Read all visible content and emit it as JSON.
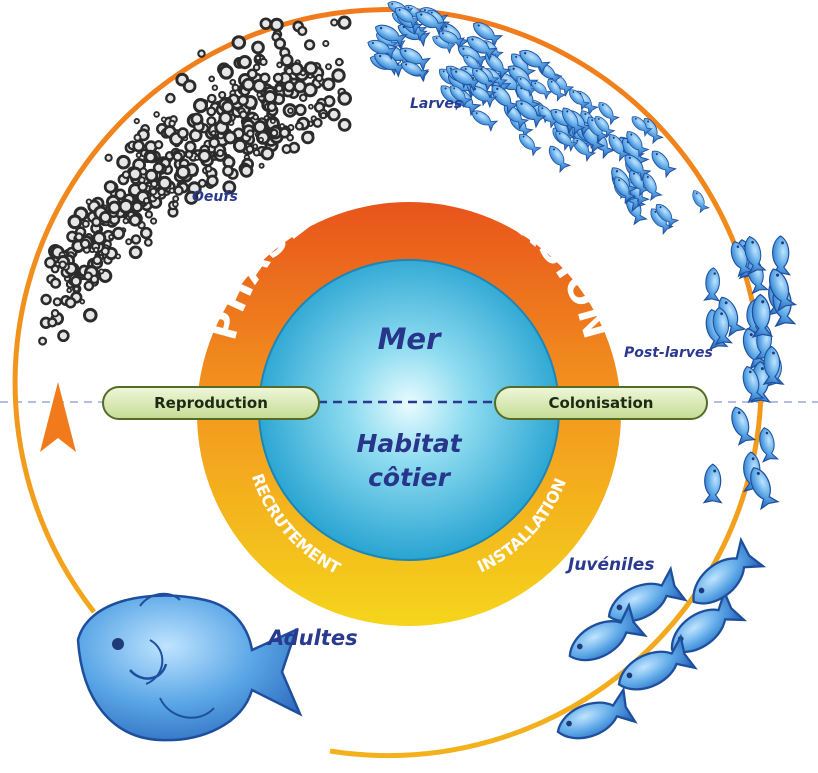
{
  "ring": {
    "phase": "PHASE DE DISPERSION",
    "left_arc": "RECRUTEMENT",
    "right_arc": "INSTALLATION"
  },
  "core": {
    "top": "Mer",
    "bottom_line1": "Habitat",
    "bottom_line2": "côtier"
  },
  "process": {
    "left": "Reproduction",
    "right": "Colonisation"
  },
  "stages": {
    "eggs": "Oeufs",
    "larvae": "Larves",
    "postlarvae": "Post-larves",
    "juveniles": "Juvéniles",
    "adults": "Adultes"
  },
  "colors": {
    "cycle_arrow": "#f08a1c",
    "ring_top": "#ef6a1e",
    "ring_bottom": "#f4c51a",
    "sea": "#38b7de",
    "fish": "#4a90d8",
    "label_text": "#2a3a8f"
  }
}
